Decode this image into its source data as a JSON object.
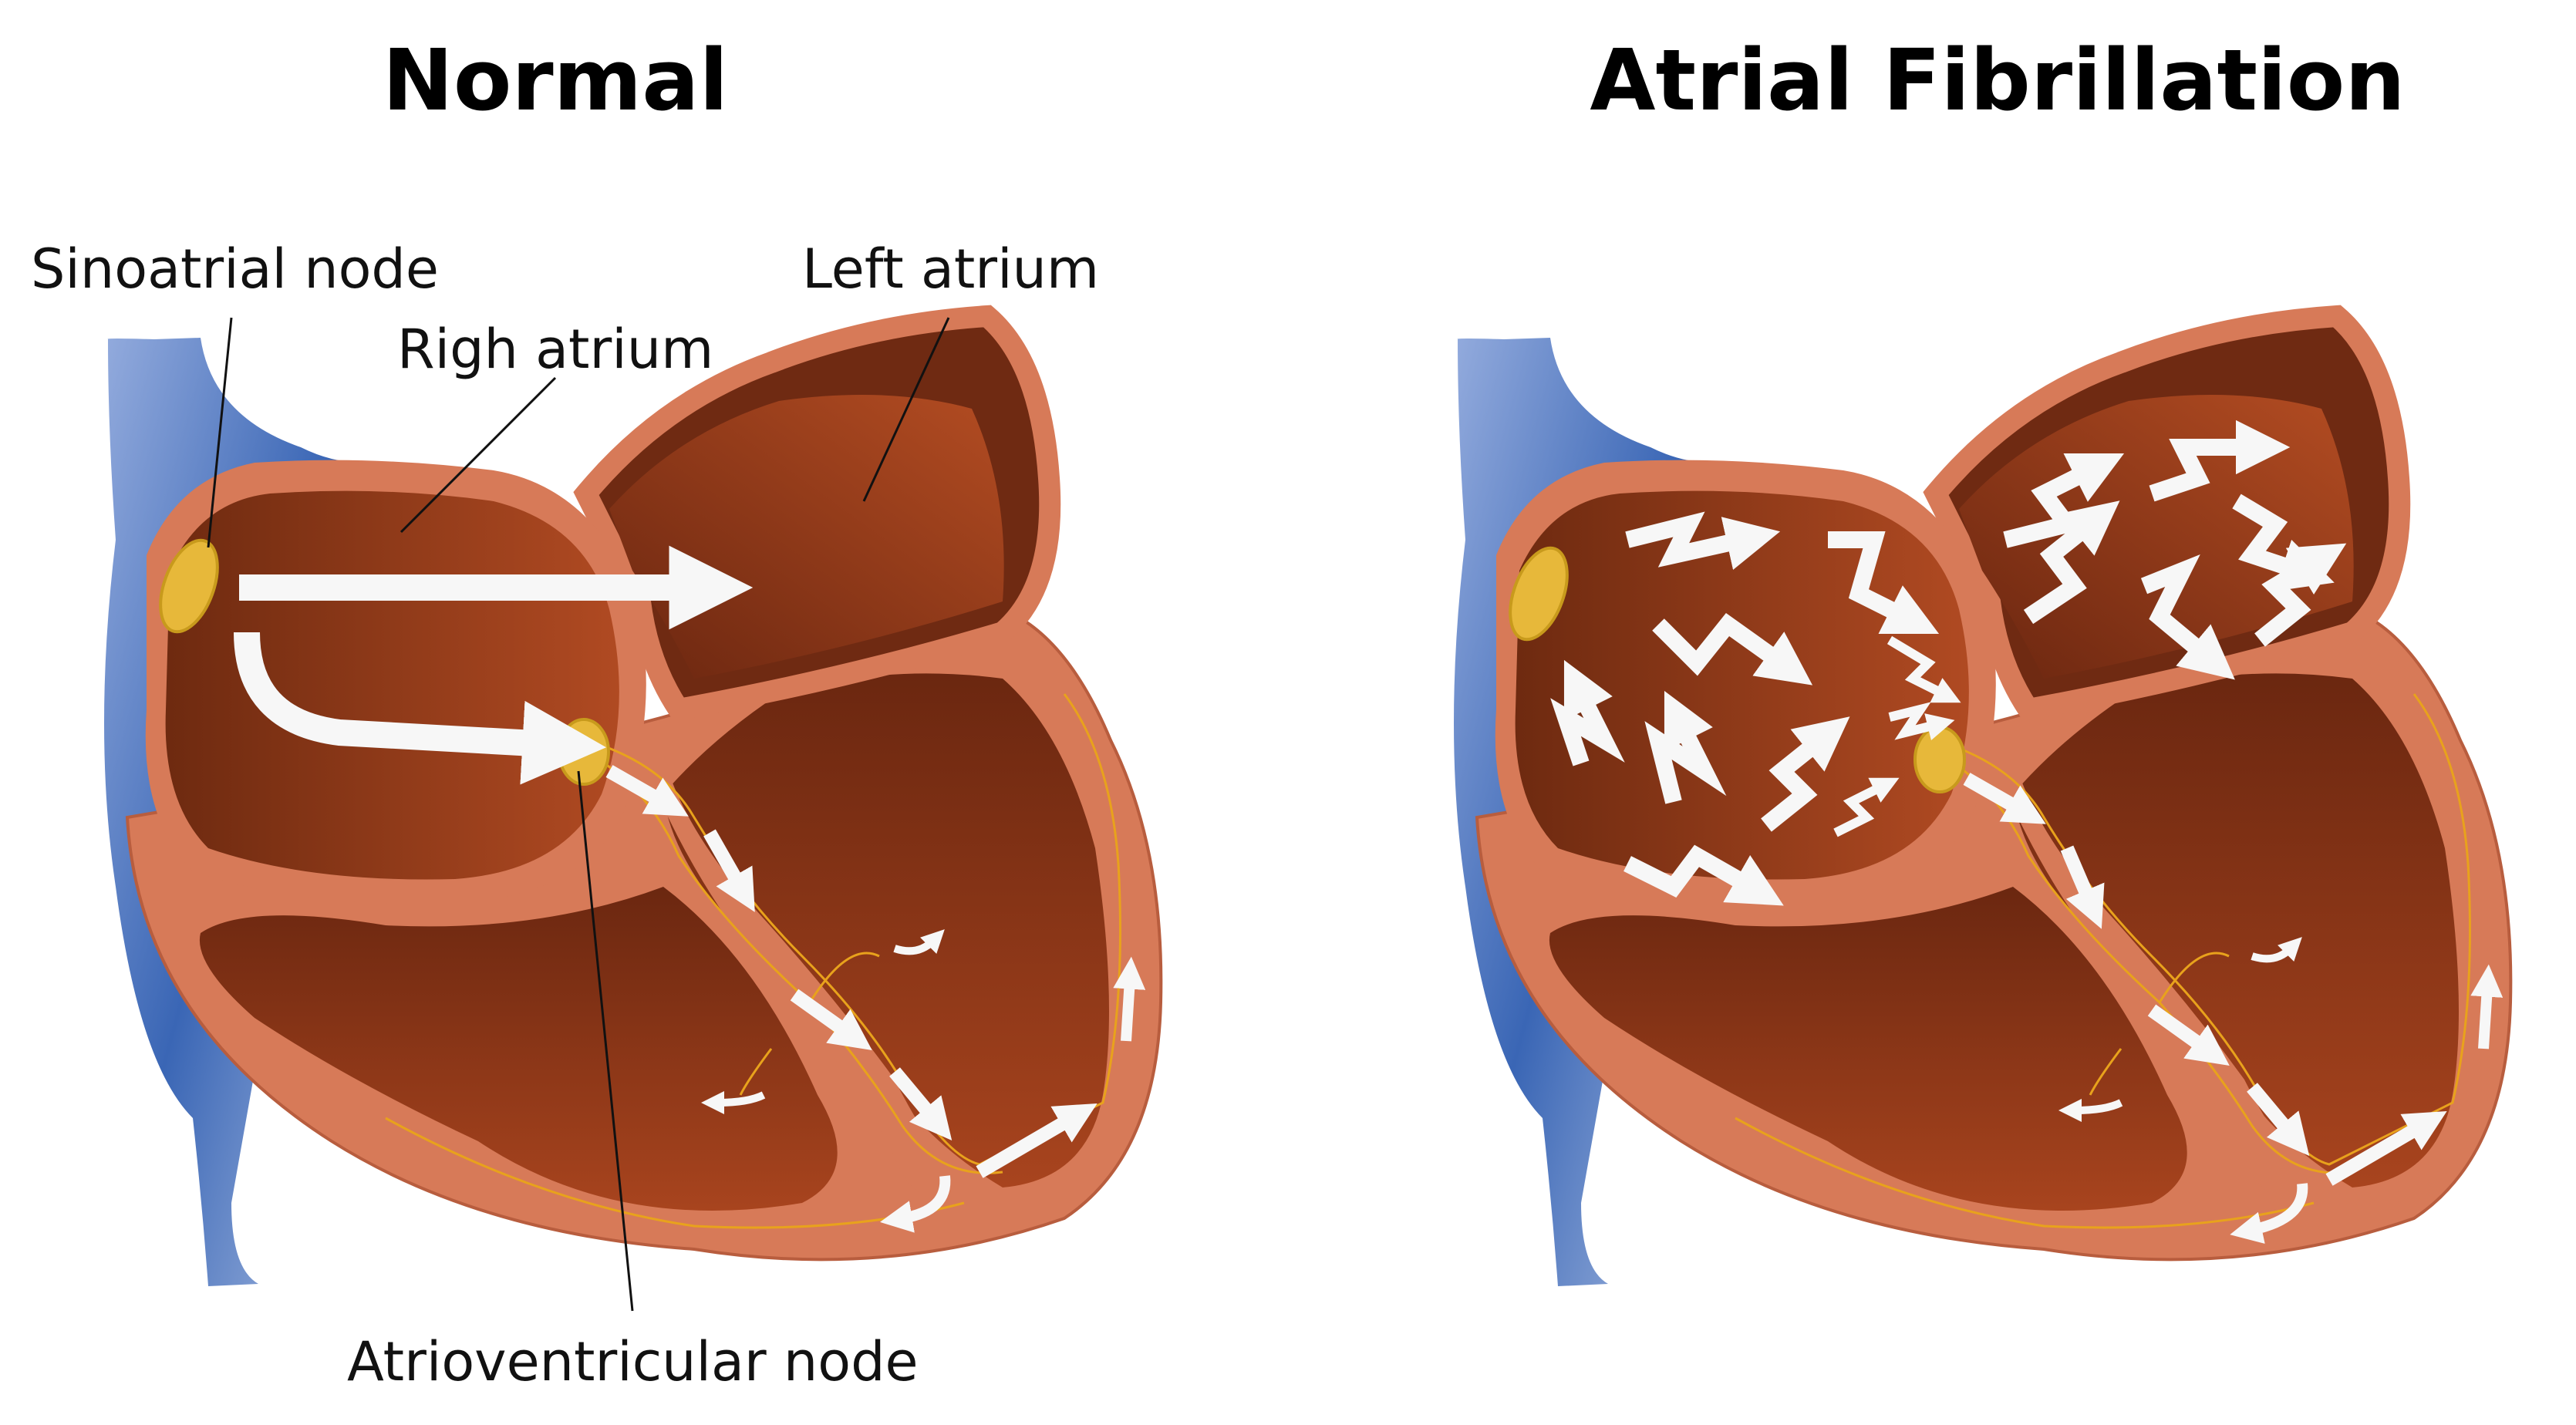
{
  "titles": {
    "normal": "Normal",
    "afib": "Atrial Fibrillation"
  },
  "labels": {
    "sinoatrial": "Sinoatrial node",
    "right_atrium": "Righ atrium",
    "left_atrium": "Left atrium",
    "av_node": "Atrioventricular node"
  },
  "colors": {
    "muscle": "#d77a58",
    "chamber_dark": "#6e2a10",
    "chamber_light": "#b04a22",
    "vein": "#6f8fc9",
    "node": "#e7b83a",
    "nerve": "#e8a21c",
    "arrow": "#f7f7f7"
  }
}
